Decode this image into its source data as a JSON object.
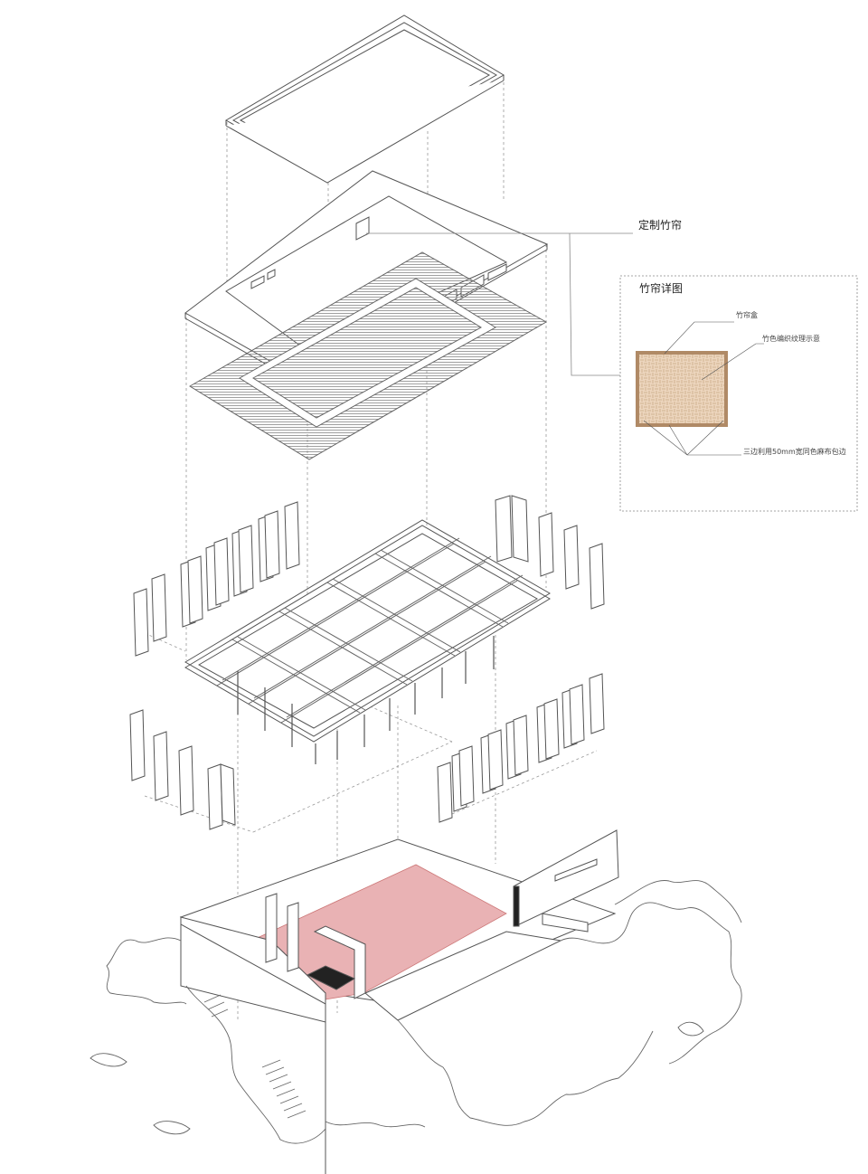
{
  "labels": {
    "custom_bamboo_curtain": "定制竹帘",
    "detail_title": "竹帘详图",
    "curtain_box": "竹帘盒",
    "weave_texture": "竹色编织纹理示意",
    "edge_binding": "三边利用50mm宽同色麻布包边"
  },
  "colors": {
    "line": "#555555",
    "floor_red": "#e9b2b4",
    "bamboo_fill": "#ecd5bd",
    "bamboo_edge": "#b08a66"
  }
}
